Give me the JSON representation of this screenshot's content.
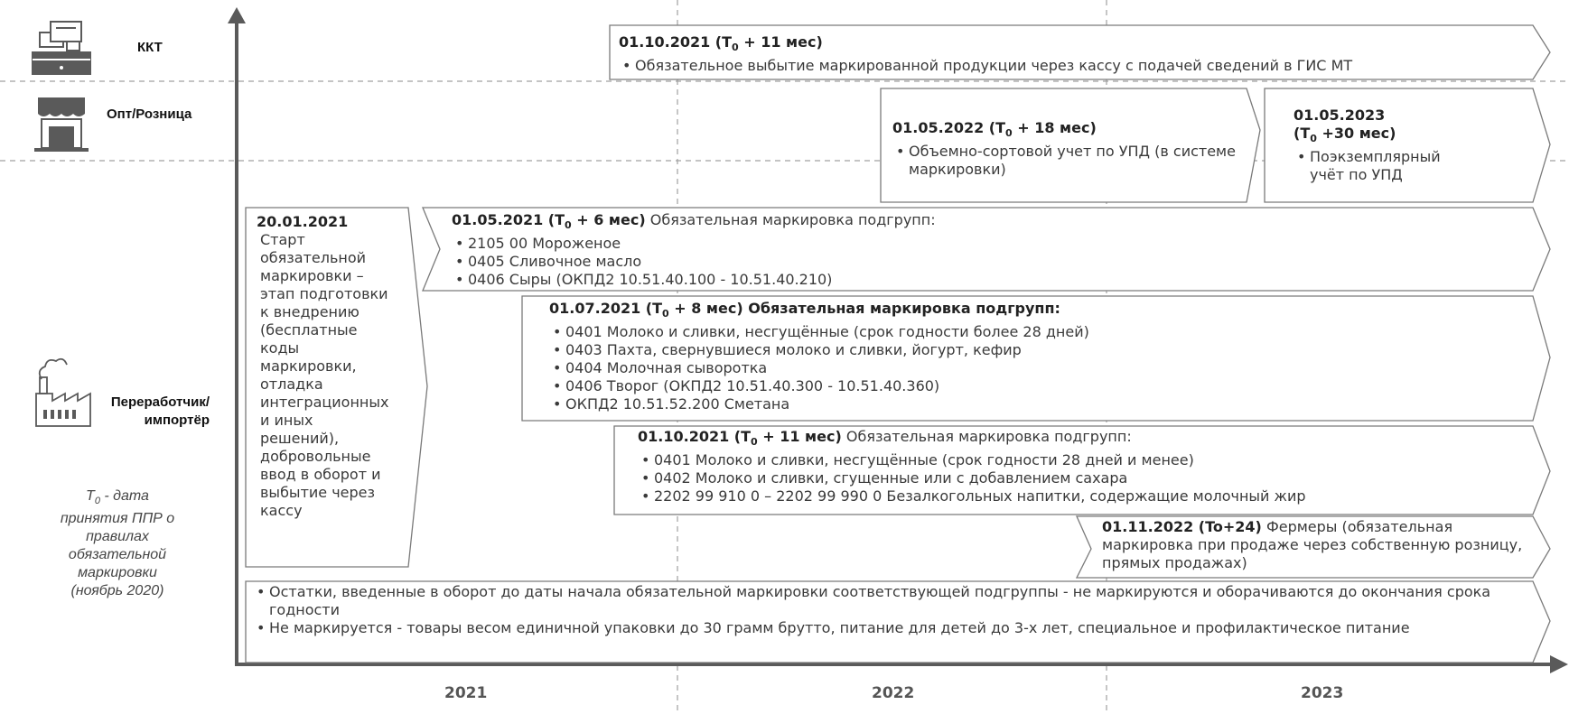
{
  "lanes": {
    "kkt": "ККТ",
    "retail": "Опт/Розница",
    "processor_line1": "Переработчик/",
    "processor_line2": "импортёр"
  },
  "note": {
    "t0": "T",
    "t0_sub": "0",
    "lines": [
      " - дата",
      "принятия ППР о",
      "правилах",
      "обязательной",
      "маркировки",
      "(ноябрь 2020)"
    ]
  },
  "years": [
    "2021",
    "2022",
    "2023"
  ],
  "boxes": {
    "kkt_2021": {
      "date": "01.10.2021 (T",
      "sub": "0",
      "date_tail": " + 11 мес)",
      "items": [
        "Обязательное выбытие маркированной продукции через кассу с подачей сведений в ГИС МТ"
      ]
    },
    "retail_2022": {
      "date": "01.05.2022 (T",
      "sub": "0",
      "date_tail": " + 18 мес)",
      "items": [
        "Объемно-сортовой учет по УПД (в системе маркировки)"
      ]
    },
    "retail_2023": {
      "date": "01.05.2023",
      "date2": "(T",
      "sub": "0",
      "date2_tail": " +30 мес)",
      "items": [
        "Поэкземплярный учёт по УПД"
      ]
    },
    "start": {
      "date": "20.01.2021",
      "text": "Старт обязательной маркировки – этап подготовки к внедрению (бесплатные коды маркировки, отладка интеграционных и иных решений), добровольные ввод в оборот и выбытие через кассу"
    },
    "may2021": {
      "date": "01.05.2021 (T",
      "sub": "0",
      "date_tail": " + 6 мес)",
      "title": " Обязательная маркировка подгрупп:",
      "items": [
        "2105 00 Мороженое",
        "0405 Сливочное масло",
        "0406 Сыры (ОКПД2 10.51.40.100 - 10.51.40.210)"
      ]
    },
    "jul2021": {
      "date": "01.07.2021 (T",
      "sub": "0",
      "date_tail": " + 8 мес)",
      "title": " Обязательная маркировка подгрупп:",
      "items": [
        "0401 Молоко и сливки, несгущённые (срок годности более 28 дней)",
        "0403 Пахта, свернувшиеся молоко и сливки, йогурт, кефир",
        "0404 Молочная сыворотка",
        "0406 Творог (ОКПД2 10.51.40.300 - 10.51.40.360)",
        "ОКПД2 10.51.52.200 Сметана"
      ]
    },
    "oct2021": {
      "date": "01.10.2021 (T",
      "sub": "0",
      "date_tail": " + 11 мес)",
      "title": " Обязательная маркировка подгрупп:",
      "items": [
        "0401 Молоко и сливки, несгущённые (срок годности 28 дней и менее)",
        "0402 Молоко и сливки, сгущенные или с добавлением сахара",
        "2202 99 910 0 – 2202 99 990 0 Безалкогольных напитки, содержащие молочный жир"
      ]
    },
    "nov2022": {
      "date": "01.11.2022 (To+24)",
      "text": " Фермеры (обязательная маркировка при продаже через собственную розницу, прямых продажах)"
    },
    "bottom": {
      "items": [
        "Остатки, введенные в оборот до даты начала обязательной маркировки соответствующей подгруппы - не маркируются и оборачиваются до окончания срока годности",
        "Не маркируется - товары весом единичной упаковки до 30 грамм брутто, питание для детей до 3-х лет, специальное и профилактическое питание"
      ]
    }
  },
  "colors": {
    "axis": "#5a5a5a",
    "box_border": "#7a7a7a",
    "dash": "#a0a0a0",
    "icon": "#5a5a5a"
  }
}
